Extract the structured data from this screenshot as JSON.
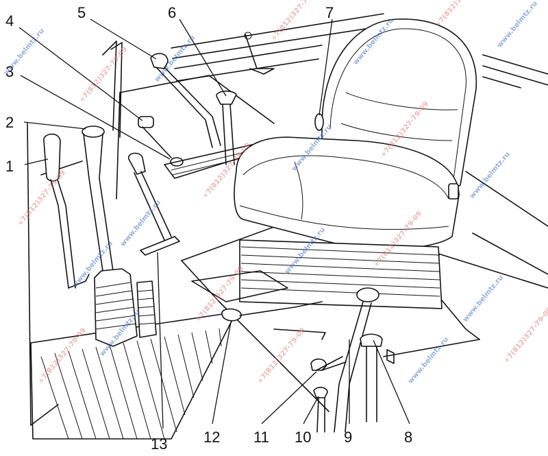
{
  "callouts": [
    "1",
    "2",
    "3",
    "4",
    "5",
    "6",
    "7",
    "8",
    "9",
    "10",
    "11",
    "12",
    "13"
  ],
  "watermark": {
    "site": "www.belmtz.ru",
    "phone": "+7(812)327-79-09",
    "color_site": "#3d6fbf",
    "color_phone": "#e07a7a"
  },
  "colors": {
    "line": "#111111",
    "background": "#ffffff"
  }
}
